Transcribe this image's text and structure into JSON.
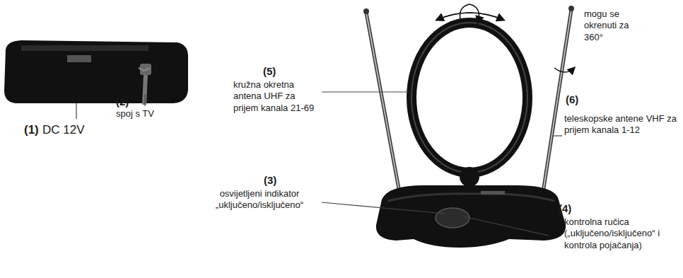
{
  "diagram": {
    "labels": [
      "(1)",
      "DC 12V",
      "(2)",
      "spoj s TV",
      "(5)",
      "kružna okretna antena UHF za prijem kanala 21-69",
      "(3)",
      "osvijetljeni indikator „uključeno/isključeno“",
      "(4)",
      "kontrolna ručica („uključeno/isključeno“ i kontrola pojačanja)",
      "(6)",
      "teleskopske antene VHF za prijem kanala 1-12",
      "mogu se okrenuti za 360°"
    ]
  }
}
